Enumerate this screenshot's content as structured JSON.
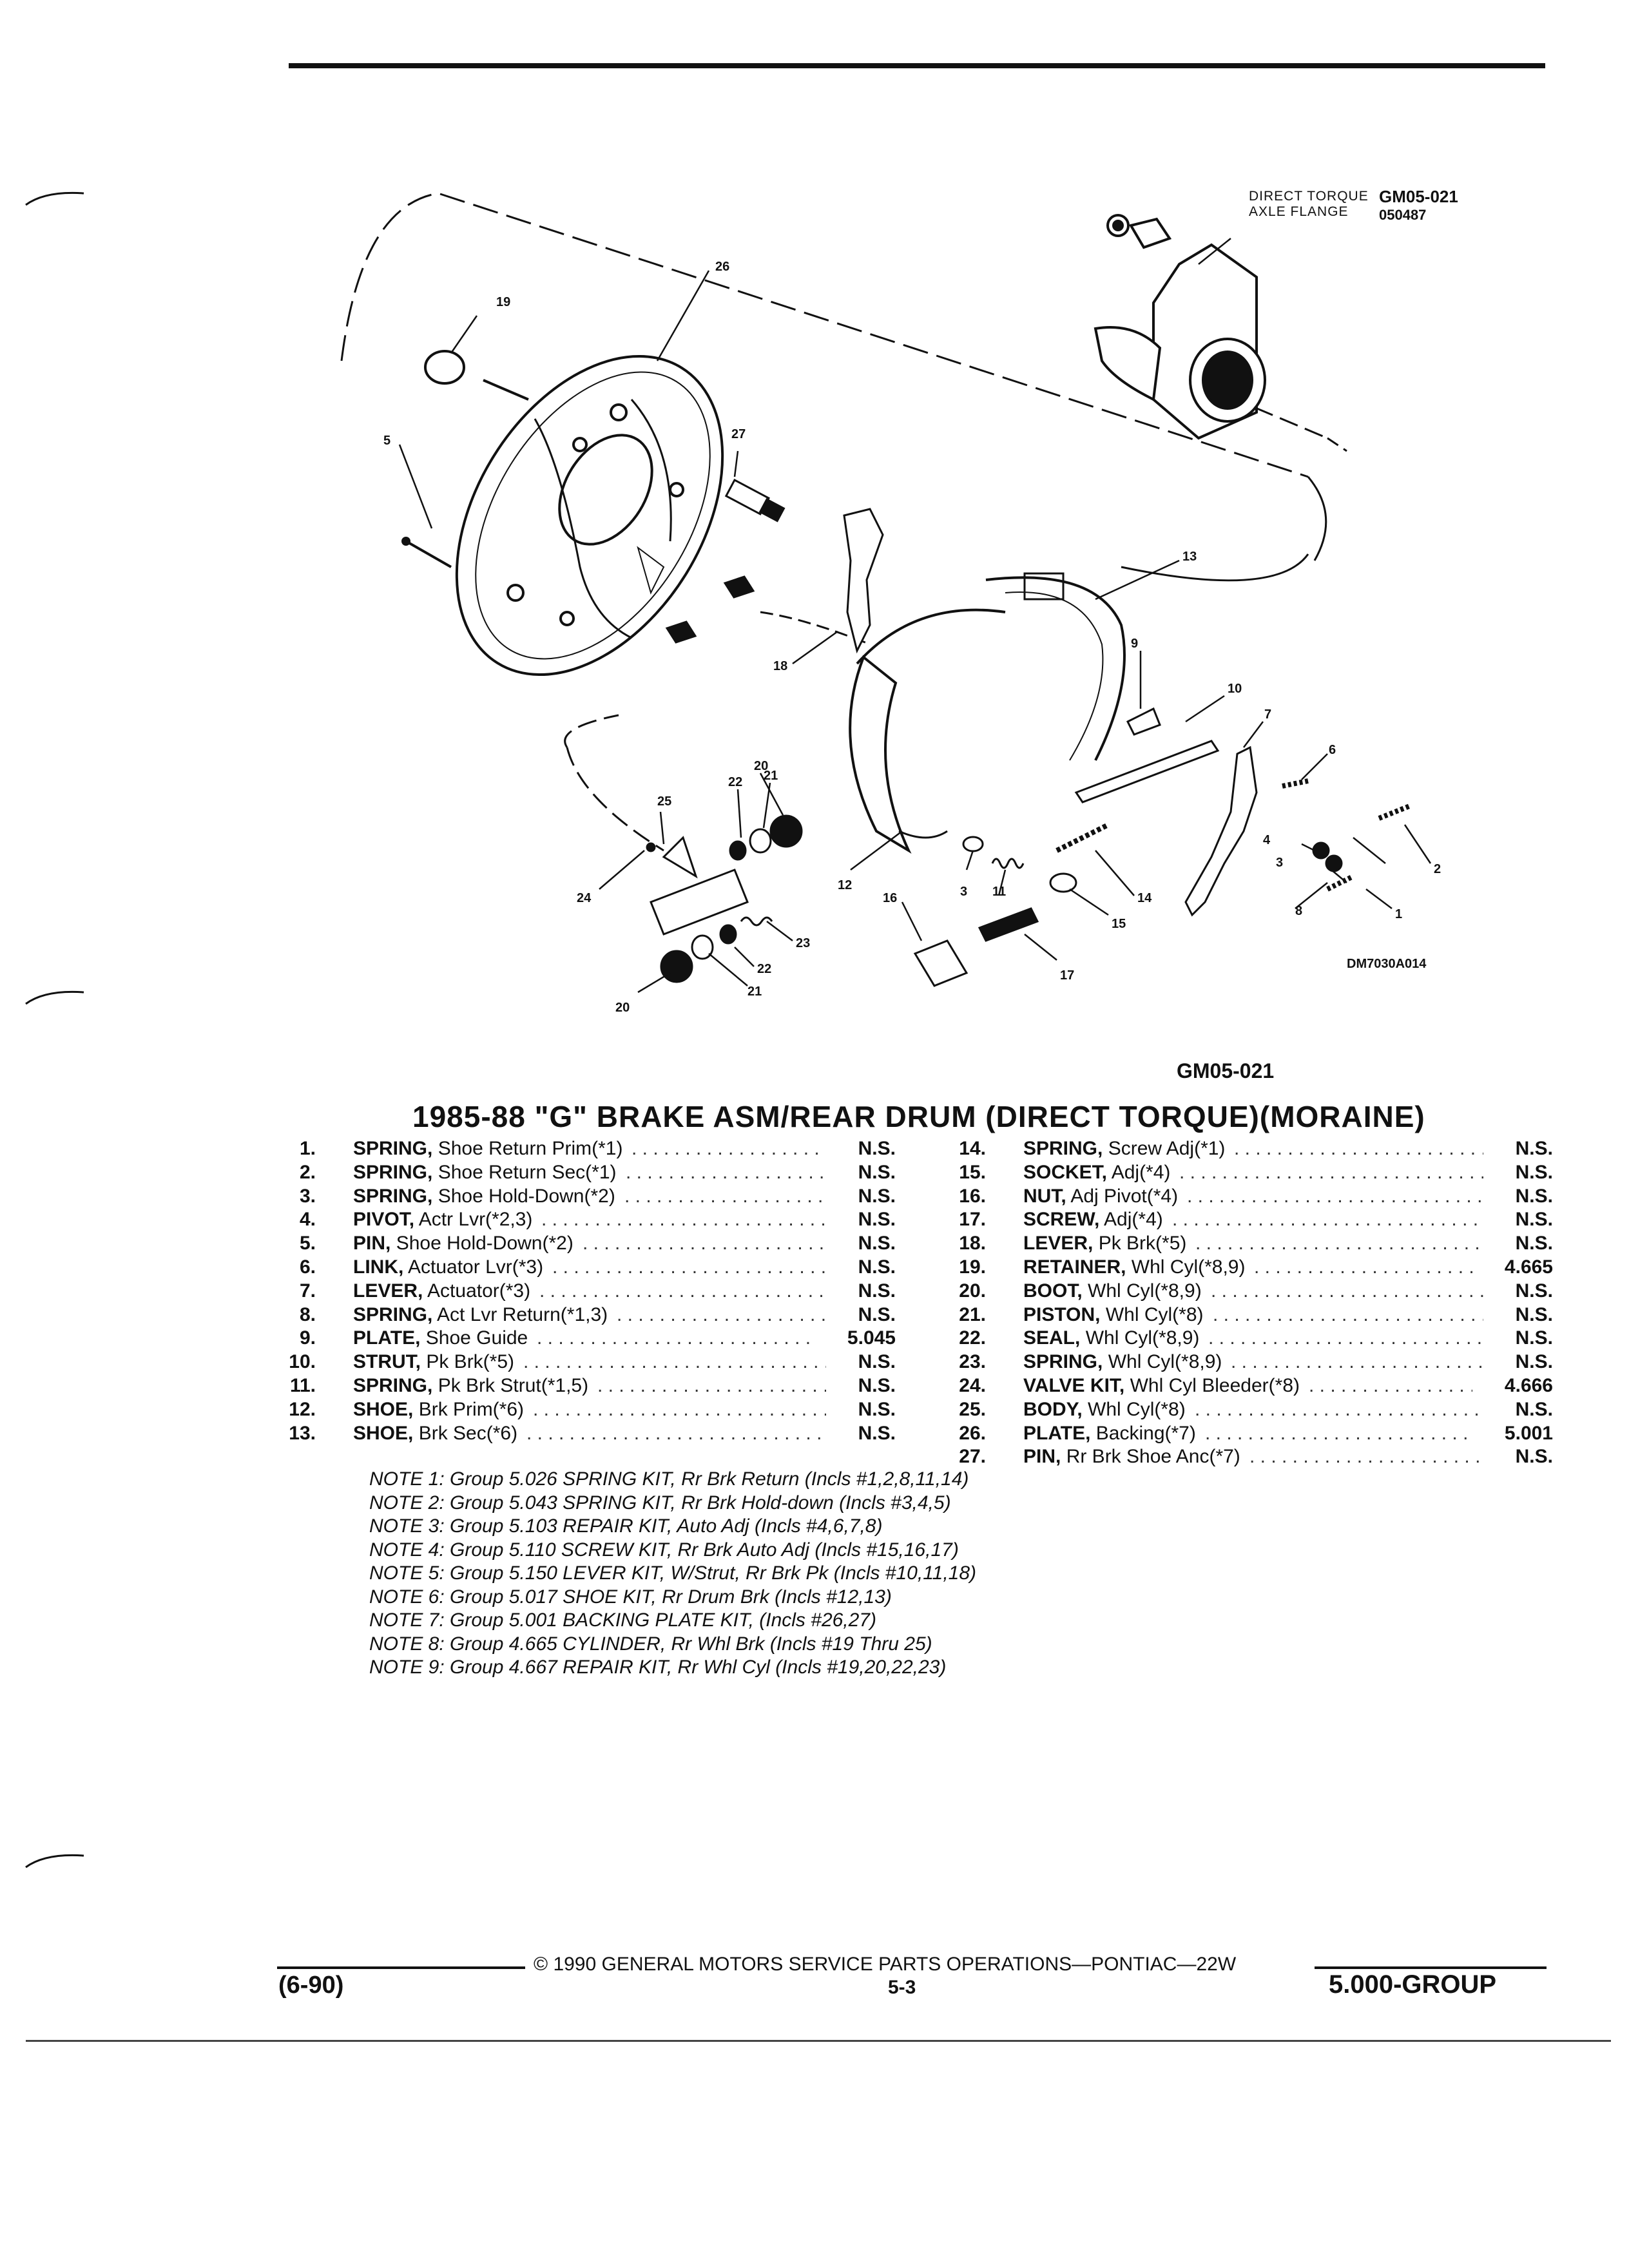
{
  "diagram": {
    "code_top": "GM05-021",
    "date_code": "050487",
    "axle_label_line1": "DIRECT TORQUE",
    "axle_label_line2": "AXLE FLANGE",
    "drawing_number": "DM7030A014",
    "callouts": [
      "1",
      "2",
      "3",
      "3",
      "3",
      "4",
      "5",
      "6",
      "7",
      "8",
      "9",
      "10",
      "11",
      "12",
      "13",
      "14",
      "15",
      "16",
      "17",
      "18",
      "19",
      "20",
      "20",
      "21",
      "21",
      "22",
      "22",
      "23",
      "24",
      "25",
      "26",
      "27"
    ]
  },
  "caption_code": "GM05-021",
  "title": "1985-88 \"G\" BRAKE ASM/REAR DRUM (DIRECT TORQUE)(MORAINE)",
  "parts_left": [
    {
      "num": "1.",
      "name": "SPRING,",
      "desc": " Shoe Return Prim(*1)",
      "group": "N.S."
    },
    {
      "num": "2.",
      "name": "SPRING,",
      "desc": " Shoe Return Sec(*1)",
      "group": "N.S."
    },
    {
      "num": "3.",
      "name": "SPRING,",
      "desc": " Shoe Hold-Down(*2)",
      "group": "N.S."
    },
    {
      "num": "4.",
      "name": "PIVOT,",
      "desc": " Actr Lvr(*2,3)",
      "group": "N.S."
    },
    {
      "num": "5.",
      "name": "PIN,",
      "desc": " Shoe Hold-Down(*2)",
      "group": "N.S."
    },
    {
      "num": "6.",
      "name": "LINK,",
      "desc": " Actuator Lvr(*3)",
      "group": "N.S."
    },
    {
      "num": "7.",
      "name": "LEVER,",
      "desc": " Actuator(*3)",
      "group": "N.S."
    },
    {
      "num": "8.",
      "name": "SPRING,",
      "desc": " Act Lvr Return(*1,3)",
      "group": "N.S."
    },
    {
      "num": "9.",
      "name": "PLATE,",
      "desc": " Shoe Guide",
      "group": "5.045"
    },
    {
      "num": "10.",
      "name": "STRUT,",
      "desc": " Pk Brk(*5)",
      "group": "N.S."
    },
    {
      "num": "11.",
      "name": "SPRING,",
      "desc": " Pk Brk Strut(*1,5)",
      "group": "N.S."
    },
    {
      "num": "12.",
      "name": "SHOE,",
      "desc": " Brk Prim(*6)",
      "group": "N.S."
    },
    {
      "num": "13.",
      "name": "SHOE,",
      "desc": " Brk Sec(*6)",
      "group": "N.S."
    }
  ],
  "parts_right": [
    {
      "num": "14.",
      "name": "SPRING,",
      "desc": " Screw Adj(*1)",
      "group": "N.S."
    },
    {
      "num": "15.",
      "name": "SOCKET,",
      "desc": " Adj(*4)",
      "group": "N.S."
    },
    {
      "num": "16.",
      "name": "NUT,",
      "desc": " Adj Pivot(*4)",
      "group": "N.S."
    },
    {
      "num": "17.",
      "name": "SCREW,",
      "desc": " Adj(*4)",
      "group": "N.S."
    },
    {
      "num": "18.",
      "name": "LEVER,",
      "desc": " Pk Brk(*5)",
      "group": "N.S."
    },
    {
      "num": "19.",
      "name": "RETAINER,",
      "desc": " Whl Cyl(*8,9)",
      "group": "4.665"
    },
    {
      "num": "20.",
      "name": "BOOT,",
      "desc": " Whl Cyl(*8,9)",
      "group": "N.S."
    },
    {
      "num": "21.",
      "name": "PISTON,",
      "desc": " Whl Cyl(*8)",
      "group": "N.S."
    },
    {
      "num": "22.",
      "name": "SEAL,",
      "desc": " Whl Cyl(*8,9)",
      "group": "N.S."
    },
    {
      "num": "23.",
      "name": "SPRING,",
      "desc": " Whl Cyl(*8,9)",
      "group": "N.S."
    },
    {
      "num": "24.",
      "name": "VALVE KIT,",
      "desc": " Whl Cyl Bleeder(*8)",
      "group": "4.666"
    },
    {
      "num": "25.",
      "name": "BODY,",
      "desc": " Whl Cyl(*8)",
      "group": "N.S."
    },
    {
      "num": "26.",
      "name": "PLATE,",
      "desc": " Backing(*7)",
      "group": "5.001"
    },
    {
      "num": "27.",
      "name": "PIN,",
      "desc": " Rr Brk Shoe Anc(*7)",
      "group": "N.S."
    }
  ],
  "notes": [
    "NOTE 1: Group 5.026 SPRING KIT, Rr Brk Return (Incls #1,2,8,11,14)",
    "NOTE 2: Group 5.043 SPRING KIT, Rr Brk Hold-down (Incls #3,4,5)",
    "NOTE 3: Group 5.103 REPAIR KIT, Auto Adj (Incls #4,6,7,8)",
    "NOTE 4: Group 5.110 SCREW KIT, Rr Brk Auto Adj (Incls #15,16,17)",
    "NOTE 5: Group 5.150 LEVER KIT, W/Strut, Rr Brk Pk (Incls #10,11,18)",
    "NOTE 6: Group 5.017 SHOE KIT, Rr Drum Brk (Incls #12,13)",
    "NOTE 7: Group 5.001 BACKING PLATE KIT, (Incls #26,27)",
    "NOTE 8: Group 4.665 CYLINDER, Rr Whl Brk (Incls #19 Thru 25)",
    "NOTE 9: Group 4.667 REPAIR KIT, Rr Whl Cyl (Incls #19,20,22,23)"
  ],
  "footer": {
    "copyright": "© 1990 GENERAL MOTORS SERVICE PARTS OPERATIONS—PONTIAC—22W",
    "date": "(6-90)",
    "page": "5-3",
    "group": "5.000-GROUP"
  }
}
